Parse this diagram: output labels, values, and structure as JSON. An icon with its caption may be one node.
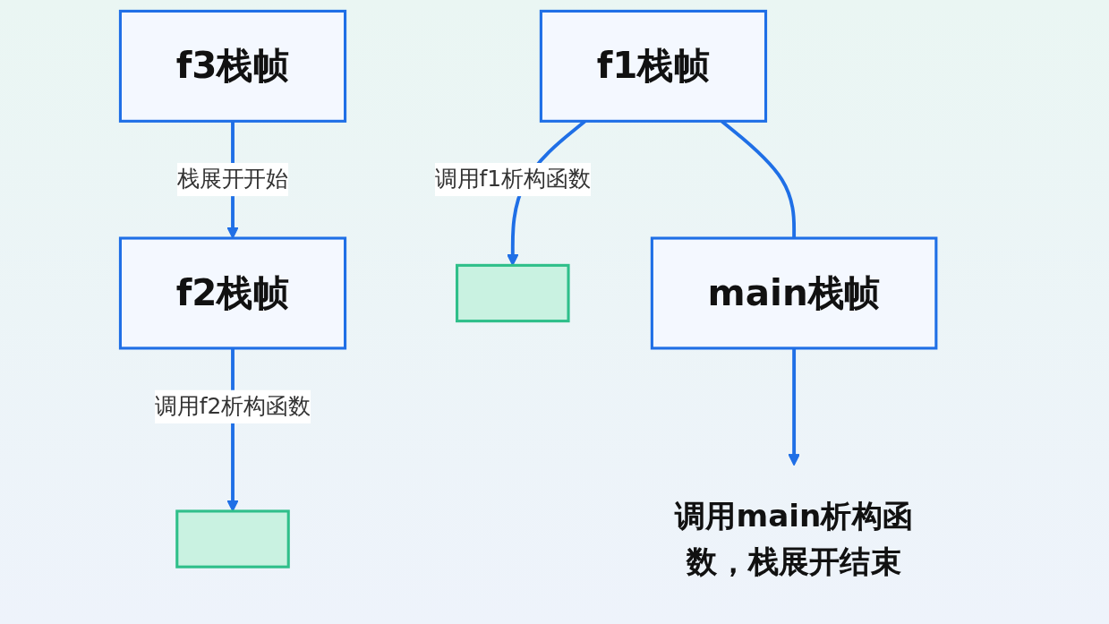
{
  "diagram": {
    "nodes": [
      {
        "text": [
          "f3栈帧"
        ]
      },
      {
        "text": [
          "f2栈帧"
        ]
      },
      {
        "text": [],
        "shape": "box"
      },
      {
        "text": [],
        "shape": "box"
      },
      {
        "text": [
          "f1栈帧"
        ]
      },
      {
        "text": [
          "main栈帧"
        ]
      },
      {
        "text": [
          "调用main析构函数，栈展开结束"
        ]
      }
    ],
    "edges": [
      {
        "from": 0,
        "to": 1,
        "arrow": "to",
        "label": "栈展开开始"
      },
      {
        "from": 1,
        "to": 2,
        "arrow": "to",
        "label": "调用f2析构函数"
      },
      {
        "from": 4,
        "to": 3,
        "arrow": "to",
        "label": "调用f1析构函数"
      },
      {
        "from": 4,
        "to": 5,
        "arrow": "none"
      },
      {
        "from": 5,
        "to": 6,
        "arrow": "to"
      }
    ]
  }
}
